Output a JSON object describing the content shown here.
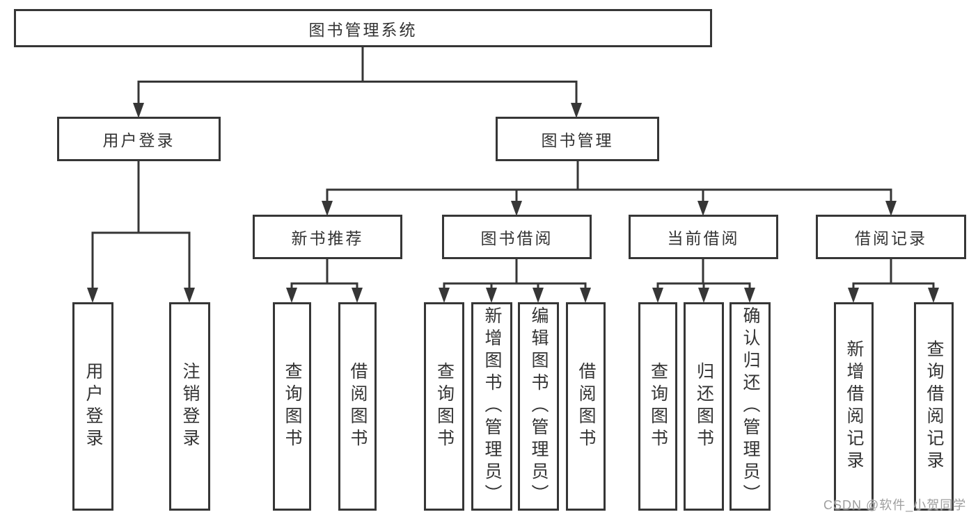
{
  "nodes": {
    "root": "图书管理系统",
    "user_login": "用户登录",
    "book_mgmt": "图书管理",
    "new_book_recommend": "新书推荐",
    "book_borrow": "图书借阅",
    "current_borrow": "当前借阅",
    "borrow_records": "借阅记录",
    "leaf_user_login": "用户登录",
    "leaf_logout": "注销登录",
    "leaf_nb_query_books": "查询图书",
    "leaf_nb_borrow_books": "借阅图书",
    "leaf_bb_query_books": "查询图书",
    "leaf_bb_add_books": "新增图书（管理员）",
    "leaf_bb_edit_books": "编辑图书（管理员）",
    "leaf_bb_borrow_books": "借阅图书",
    "leaf_cb_query_books": "查询图书",
    "leaf_cb_return_books": "归还图书",
    "leaf_cb_confirm_return": "确认归还（管理员）",
    "leaf_br_add_record": "新增借阅记录",
    "leaf_br_query_record": "查询借阅记录"
  },
  "hierarchy": {
    "图书管理系统": {
      "用户登录": [
        "用户登录",
        "注销登录"
      ],
      "图书管理": {
        "新书推荐": [
          "查询图书",
          "借阅图书"
        ],
        "图书借阅": [
          "查询图书",
          "新增图书（管理员）",
          "编辑图书（管理员）",
          "借阅图书"
        ],
        "当前借阅": [
          "查询图书",
          "归还图书",
          "确认归还（管理员）"
        ],
        "借阅记录": [
          "新增借阅记录",
          "查询借阅记录"
        ]
      }
    }
  },
  "watermark": "CSDN @软件_小贺同学",
  "colors": {
    "line": "#363636",
    "text": "#333333",
    "background": "#ffffff",
    "watermark": "#9e9e9e"
  }
}
